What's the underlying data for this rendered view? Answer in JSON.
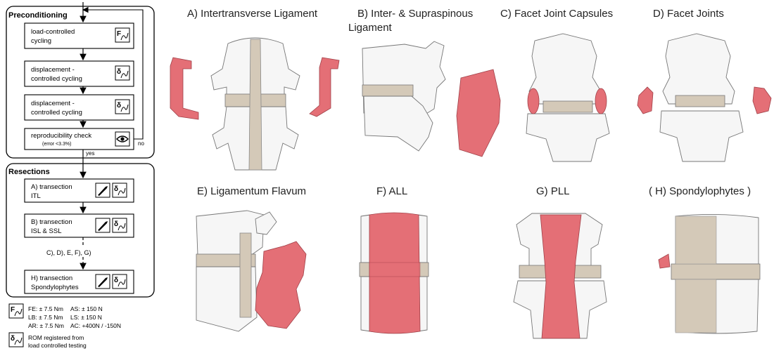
{
  "flowchart": {
    "preconditioning": {
      "label": "Preconditioning",
      "steps": [
        {
          "line1": "load-controlled",
          "line2": "cycling",
          "icon": "force-icon"
        },
        {
          "line1": "displacement -",
          "line2": "controlled cycling",
          "icon": "displacement-icon"
        },
        {
          "line1": "displacement -",
          "line2": "controlled cycling",
          "icon": "displacement-icon"
        }
      ],
      "check": {
        "label": "reproducibility check",
        "sub": "(error <3.3%)",
        "icon": "eye-icon"
      },
      "yes": "yes",
      "no": "no"
    },
    "resections": {
      "label": "Resections",
      "steps": [
        {
          "line1": "A) transection",
          "line2": "ITL"
        },
        {
          "line1": "B) transection",
          "line2": "ISL & SSL"
        }
      ],
      "skipped": "C), D), E, F), G)",
      "last": {
        "line1": "H) transection",
        "line2": "Spondylophytes"
      }
    },
    "legend": {
      "force_rows": [
        [
          "FE: ± 7.5 Nm",
          "AS: ± 150 N"
        ],
        [
          "LB: ± 7.5 Nm",
          "LS: ± 150 N"
        ],
        [
          "AR: ± 7.5 Nm",
          "AC: +400N / -150N"
        ]
      ],
      "rom_line1": "ROM registered from",
      "rom_line2": "load controlled testing"
    }
  },
  "panels": [
    {
      "id": "A",
      "title": "A) Intertransverse Ligament"
    },
    {
      "id": "B",
      "title": "B) Inter- & Supraspinous",
      "title2": "Ligament"
    },
    {
      "id": "C",
      "title": "C) Facet Joint Capsules"
    },
    {
      "id": "D",
      "title": "D) Facet Joints"
    },
    {
      "id": "E",
      "title": "E) Ligamentum Flavum"
    },
    {
      "id": "F",
      "title": "F) ALL"
    },
    {
      "id": "G",
      "title": "G) PLL"
    },
    {
      "id": "H",
      "title": "( H) Spondylophytes )"
    }
  ],
  "colors": {
    "bone": "#f6f6f6",
    "bone_shadow": "#d9d9d9",
    "disc": "#d4c9b8",
    "ligament": "#e46f76",
    "ligament_dark": "#c9505a"
  }
}
